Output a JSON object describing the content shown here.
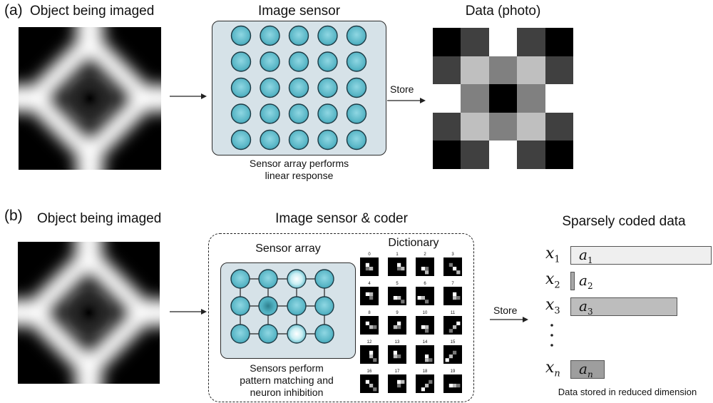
{
  "panel_a": {
    "label": "(a)",
    "object_title": "Object being imaged",
    "sensor_title": "Image sensor",
    "sensor_caption_line1": "Sensor array performs",
    "sensor_caption_line2": "linear response",
    "store_label": "Store",
    "data_title": "Data (photo)",
    "photo_pixels": [
      [
        "#000000",
        "#404040",
        "#ffffff",
        "#404040",
        "#000000"
      ],
      [
        "#404040",
        "#bfbfbf",
        "#808080",
        "#bfbfbf",
        "#404040"
      ],
      [
        "#ffffff",
        "#808080",
        "#000000",
        "#808080",
        "#ffffff"
      ],
      [
        "#404040",
        "#bfbfbf",
        "#808080",
        "#bfbfbf",
        "#404040"
      ],
      [
        "#000000",
        "#404040",
        "#ffffff",
        "#404040",
        "#000000"
      ]
    ],
    "sensor_color": "#5bb7c7"
  },
  "panel_b": {
    "label": "(b)",
    "object_title": "Object being imaged",
    "coder_title": "Image sensor & coder",
    "sensor_array_title": "Sensor array",
    "dictionary_title": "Dictionary",
    "dictionary_indices": [
      "0",
      "1",
      "2",
      "3",
      "4",
      "5",
      "6",
      "7",
      "8",
      "9",
      "10",
      "11",
      "12",
      "13",
      "14",
      "15",
      "16",
      "17",
      "18",
      "19"
    ],
    "caption_line1": "Sensors perform",
    "caption_line2": "pattern matching and",
    "caption_line3": "neuron inhibition",
    "store_label": "Store",
    "coded_title": "Sparsely coded data",
    "coded_caption": "Data stored in reduced dimension",
    "coefficients": [
      {
        "x_base": "x",
        "x_sub": "1",
        "a_base": "a",
        "a_sub": "1",
        "magnitude": 1.0,
        "fill": "#efefef"
      },
      {
        "x_base": "x",
        "x_sub": "2",
        "a_base": "a",
        "a_sub": "2",
        "magnitude": 0.03,
        "fill": "#a9a9a9"
      },
      {
        "x_base": "x",
        "x_sub": "3",
        "a_base": "a",
        "a_sub": "3",
        "magnitude": 0.76,
        "fill": "#bdbdbd"
      },
      {
        "x_base": "x",
        "x_sub": "n",
        "a_base": "a",
        "a_sub": "n",
        "magnitude": 0.24,
        "fill": "#9e9e9e"
      }
    ],
    "inhibited_nodes": [
      [
        0,
        2
      ],
      [
        1,
        1
      ],
      [
        2,
        2
      ]
    ]
  }
}
